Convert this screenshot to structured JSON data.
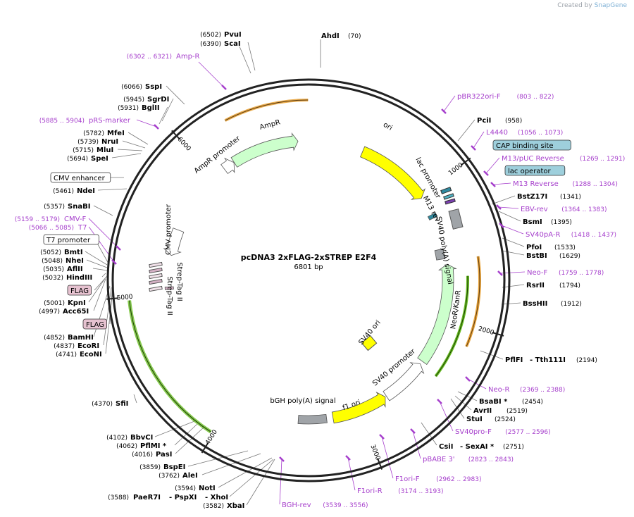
{
  "credit": {
    "prefix": "Created by",
    "brand": "SnapGene"
  },
  "plasmid": {
    "name": "pcDNA3 2xFLAG-2xSTREP E2F4",
    "size_label": "6801 bp",
    "total_bp": 6801
  },
  "ticks": [
    {
      "bp": 1000,
      "label": "1000"
    },
    {
      "bp": 2000,
      "label": "2000"
    },
    {
      "bp": 3000,
      "label": "3000"
    },
    {
      "bp": 4000,
      "label": "4000"
    },
    {
      "bp": 5000,
      "label": "5000"
    },
    {
      "bp": 6000,
      "label": "6000"
    }
  ],
  "colors": {
    "primer": "#a63fcc",
    "ampr": "#ccffcc",
    "ori": "#ffff00",
    "neo": "#ccffcc",
    "gray": "#a0a4a8",
    "orange": "#e8a33a",
    "green_glow": "#66bb22"
  },
  "features": [
    {
      "name": "AmpR",
      "start": 6192,
      "end": 6719,
      "type": "arrow",
      "dir": "cw",
      "fill": "#ccffcc",
      "r": 198
    },
    {
      "name": "AmpR promoter",
      "start": 6100,
      "end": 6190,
      "type": "arrow",
      "dir": "cw",
      "fill": "#ffffff",
      "r": 198
    },
    {
      "name": "ori",
      "start": 430,
      "end": 1020,
      "type": "arrow",
      "dir": "cw",
      "fill": "#ffff00",
      "r": 198
    },
    {
      "name": "lac promoter",
      "start": 1170,
      "end": 1200,
      "type": "box",
      "fill": "#2f8aa0",
      "r": 198
    },
    {
      "name": "SV40 poly(A) signal",
      "start": 1450,
      "end": 1530,
      "type": "box",
      "fill": "#a0a4a8",
      "r": 190
    },
    {
      "name": "NeoR/KanR",
      "start": 1575,
      "end": 2370,
      "type": "arrow",
      "dir": "ccw",
      "fill": "#ccffcc",
      "r": 198
    },
    {
      "name": "SV40 promoter",
      "start": 2395,
      "end": 2760,
      "type": "arrow",
      "dir": "ccw",
      "fill": "#ffffff",
      "r": 198
    },
    {
      "name": "f1 ori",
      "start": 2770,
      "end": 3210,
      "type": "arrow",
      "dir": "ccw",
      "fill": "#ffff00",
      "r": 198
    },
    {
      "name": "bGH poly(A) signal",
      "start": 3260,
      "end": 3480,
      "type": "box",
      "fill": "#a0a4a8",
      "r": 198
    },
    {
      "name": "CMV promoter",
      "start": 5295,
      "end": 5500,
      "type": "arrow",
      "dir": "ccw",
      "fill": "#ffffff",
      "r": 198
    },
    {
      "name": "Strep-Tag II",
      "start": 5030,
      "end": 5050,
      "type": "box",
      "fill": "#d4b0c4",
      "r": 198
    }
  ],
  "enzymes_right": [
    {
      "name": "PciI",
      "pos": "(958)"
    },
    {
      "name": "BstZ17I",
      "pos": "(1341)"
    },
    {
      "name": "BsmI",
      "pos": "(1395)"
    },
    {
      "name": "PfoI",
      "pos": "(1533)"
    },
    {
      "name": "BstBI",
      "pos": "(1629)"
    },
    {
      "name": "RsrII",
      "pos": "(1794)"
    },
    {
      "name": "BssHII",
      "pos": "(1912)"
    },
    {
      "name": "PflFI",
      "pos": "- Tth111I"
    },
    {
      "name": "BsaBI *",
      "pos": "(2454)"
    },
    {
      "name": "AvrII",
      "pos": "(2519)"
    },
    {
      "name": "StuI",
      "pos": "(2524)"
    },
    {
      "name": "CsiI",
      "pos": "- SexAI *"
    }
  ],
  "labels": {
    "top": [
      {
        "text": "(6502)"
      },
      {
        "text": "PvuI"
      },
      {
        "text": "(6390)"
      },
      {
        "text": "ScaI"
      },
      {
        "text": "AhdI"
      },
      {
        "text": "(70)"
      },
      {
        "text": "(6302 .. 6321)"
      },
      {
        "text": "Amp-R"
      }
    ],
    "pflfi_pos": "(2194)",
    "csii_pos": "(2751)"
  },
  "primers_right": [
    {
      "name": "pBR322ori-F",
      "pos": "(803 .. 822)"
    },
    {
      "name": "L4440",
      "pos": "(1056 .. 1073)"
    },
    {
      "name": "M13/pUC Reverse",
      "pos": "(1269 .. 1291)"
    },
    {
      "name": "M13 Reverse",
      "pos": "(1288 .. 1304)"
    },
    {
      "name": "EBV-rev",
      "pos": "(1364 .. 1383)"
    },
    {
      "name": "SV40pA-R",
      "pos": "(1418 .. 1437)"
    },
    {
      "name": "Neo-F",
      "pos": "(1759 .. 1778)"
    },
    {
      "name": "Neo-R",
      "pos": "(2369 .. 2388)"
    },
    {
      "name": "SV40pro-F",
      "pos": "(2577 .. 2596)"
    },
    {
      "name": "pBABE 3'",
      "pos": "(2823 .. 2843)"
    },
    {
      "name": "F1ori-F",
      "pos": "(2962 .. 2983)"
    },
    {
      "name": "F1ori-R",
      "pos": "(3174 .. 3193)"
    },
    {
      "name": "BGH-rev",
      "pos": "(3539 .. 3556)"
    }
  ],
  "boxed_right": [
    {
      "text": "CAP binding site"
    },
    {
      "text": "lac operator"
    }
  ],
  "enzymes_left": [
    {
      "name": "SspI",
      "pos": "(6066)"
    },
    {
      "name": "SgrDI",
      "pos": "(5945)"
    },
    {
      "name": "BglII",
      "pos": "(5931)"
    },
    {
      "name": "MfeI",
      "pos": "(5782)"
    },
    {
      "name": "NruI",
      "pos": "(5739)"
    },
    {
      "name": "MluI",
      "pos": "(5715)"
    },
    {
      "name": "SpeI",
      "pos": "(5694)"
    },
    {
      "name": "NdeI",
      "pos": "(5461)"
    },
    {
      "name": "SnaBI",
      "pos": "(5357)"
    },
    {
      "name": "BmtI",
      "pos": "(5052)"
    },
    {
      "name": "NheI",
      "pos": "(5048)"
    },
    {
      "name": "AflII",
      "pos": "(5035)"
    },
    {
      "name": "HindIII",
      "pos": "(5032)"
    },
    {
      "name": "KpnI",
      "pos": "(5001)"
    },
    {
      "name": "Acc65I",
      "pos": "(4997)"
    },
    {
      "name": "BamHI",
      "pos": "(4852)"
    },
    {
      "name": "EcoRI",
      "pos": "(4837)"
    },
    {
      "name": "EcoNI",
      "pos": "(4741)"
    },
    {
      "name": "SfiI",
      "pos": "(4370)"
    }
  ],
  "primers_left": [
    {
      "name": "pRS-marker",
      "pos": "(5885 .. 5904)"
    },
    {
      "name": "CMV-F",
      "pos": "(5159 .. 5179)"
    },
    {
      "name": "T7",
      "pos": "(5066 .. 5085)"
    }
  ],
  "boxed_left": [
    {
      "text": "CMV enhancer"
    },
    {
      "text": "T7 promoter"
    },
    {
      "text": "FLAG"
    },
    {
      "text": "FLAG"
    }
  ],
  "enzymes_bottom": [
    {
      "name": "BbvCI",
      "pos": "(4102)"
    },
    {
      "name": "PflMI *",
      "pos": "(4062)"
    },
    {
      "name": "PasI",
      "pos": "(4016)"
    },
    {
      "name": "BspEI",
      "pos": "(3859)"
    },
    {
      "name": "AleI",
      "pos": "(3762)"
    },
    {
      "name": "NotI",
      "pos": "(3594)"
    },
    {
      "name": "PaeR7I",
      "pos": "(3588)"
    },
    {
      "name": "- PspXI",
      "pos": "- XhoI"
    },
    {
      "name": "XbaI",
      "pos": "(3582)"
    }
  ],
  "feature_labels": {
    "ampr": "AmpR",
    "ampr_promoter": "AmpR promoter",
    "ori": "ori",
    "lac_promoter": "lac promoter",
    "m13_rev": "M13 rev",
    "sv40_polya": "SV40 poly(A) signal",
    "neo": "NeoR/KanR",
    "sv40_ori": "SV40 ori",
    "sv40_promoter": "SV40 promoter",
    "f1_ori": "f1 ori",
    "bgh": "bGH poly(A) signal",
    "cmv_promoter": "CMV promoter",
    "strep1": "Strep-Tag II",
    "strep2": "Strep-Tag II"
  }
}
